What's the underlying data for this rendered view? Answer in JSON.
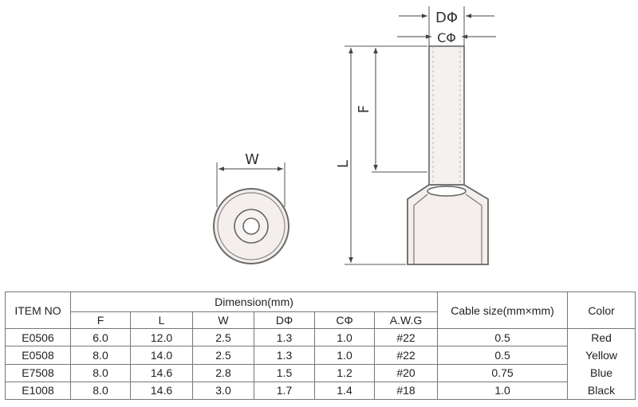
{
  "labels": {
    "w": "W",
    "d_phi": "DΦ",
    "c_phi": "CΦ",
    "f": "F",
    "l": "L"
  },
  "table": {
    "item_no_header": "ITEM NO",
    "dimension_header": "Dimension(mm)",
    "cable_size_header": "Cable size(mm×mm)",
    "color_header": "Color",
    "sub_headers": [
      "F",
      "L",
      "W",
      "DΦ",
      "CΦ",
      "A.W.G"
    ],
    "rows": [
      {
        "item": "E0506",
        "f": "6.0",
        "l": "12.0",
        "w": "2.5",
        "d": "1.3",
        "c": "1.0",
        "awg": "#22",
        "cable": "0.5"
      },
      {
        "item": "E0508",
        "f": "8.0",
        "l": "14.0",
        "w": "2.5",
        "d": "1.3",
        "c": "1.0",
        "awg": "#22",
        "cable": "0.5"
      },
      {
        "item": "E7508",
        "f": "8.0",
        "l": "14.6",
        "w": "2.8",
        "d": "1.5",
        "c": "1.2",
        "awg": "#20",
        "cable": "0.75"
      },
      {
        "item": "E1008",
        "f": "8.0",
        "l": "14.6",
        "w": "3.0",
        "d": "1.7",
        "c": "1.4",
        "awg": "#18",
        "cable": "1.0"
      }
    ],
    "colors": [
      "Red",
      "Yellow",
      "Blue",
      "Black"
    ]
  }
}
